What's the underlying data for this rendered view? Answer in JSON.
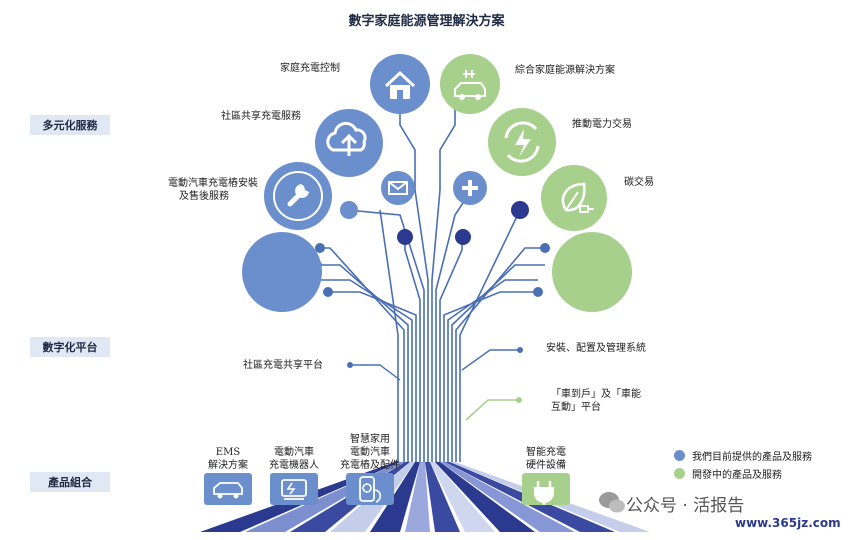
{
  "title": "數字家庭能源管理解決方案",
  "section_tags": {
    "diversified_services": "多元化服務",
    "digital_platform": "數字化平台",
    "product_portfolio": "產品組合"
  },
  "service_labels": {
    "home_charging_control": "家庭充電控制",
    "community_sharing_service": "社區共享充電服務",
    "ev_charger_install_line1": "電動汽車充電樁安裝",
    "ev_charger_install_line2": "及售後服務",
    "integrated_home_energy": "綜合家庭能源解決方案",
    "power_trading": "推動電力交易",
    "carbon_trading": "碳交易"
  },
  "platform_labels": {
    "community_sharing_platform": "社區充電共享平台",
    "install_config_system": "安裝、配置及管理系統",
    "car_to_home_line1": "「車到戶」及「車能",
    "car_to_home_line2": "互動」平台"
  },
  "product_labels": {
    "ems_line1": "EMS",
    "ems_line2": "解決方案",
    "robot_line1": "電動汽車",
    "robot_line2": "充電機器人",
    "smart_home_line1": "智慧家用",
    "smart_home_line2": "電動汽車",
    "smart_home_line3": "充電樁及配件",
    "hardware_line1": "智能充電",
    "hardware_line2": "硬件設備"
  },
  "legend": [
    {
      "label": "我們目前提供的產品及服務",
      "color": "#6b8fcc"
    },
    {
      "label": "開發中的產品及服務",
      "color": "#a7d08c"
    }
  ],
  "colors": {
    "blue": "#6b8fcc",
    "light_blue": "#8eaadb",
    "green": "#a7d08c",
    "navy": "#2b3a8f",
    "line_blue": "#4a6fb5",
    "tag_bg": "#dfe8f3"
  },
  "icons": [
    "house-icon",
    "cloud-upload-icon",
    "wrench-icon",
    "mail-icon",
    "plus-icon",
    "ev-car-plug-icon",
    "refresh-lightning-icon",
    "leaf-plug-icon"
  ],
  "watermark": {
    "line1": "公众号 · 活报告",
    "line2": "www.365jz.com"
  }
}
